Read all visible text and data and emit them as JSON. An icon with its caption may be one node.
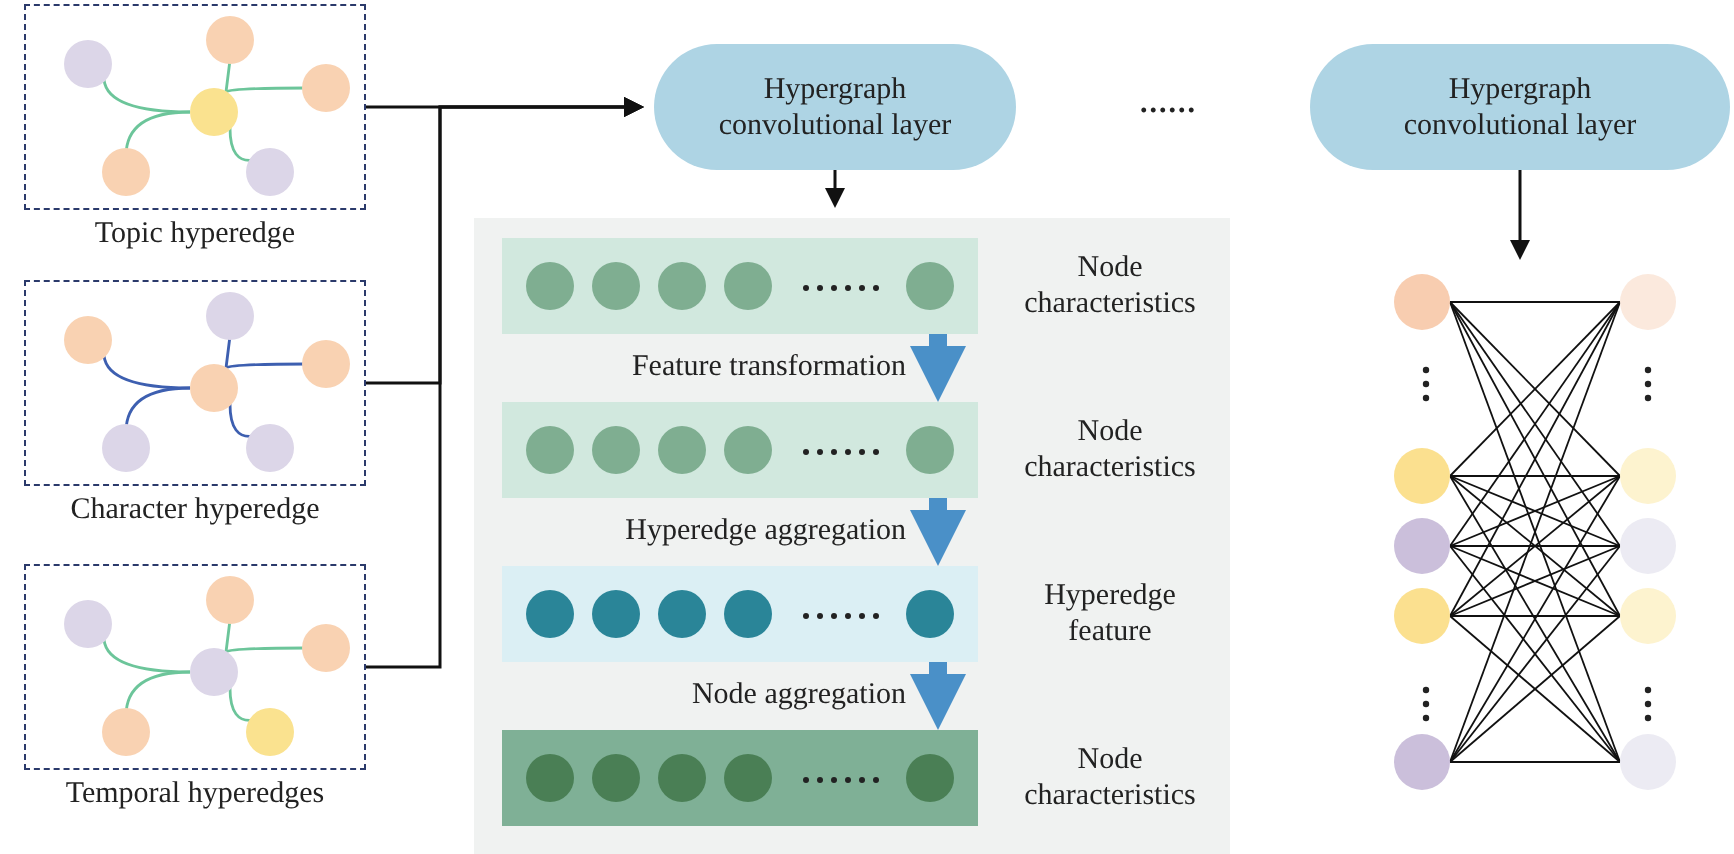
{
  "diagram": {
    "nodes": [
      {
        "text": [
          "Topic hyperedge"
        ]
      },
      {
        "text": [
          "Character hyperedge"
        ]
      },
      {
        "text": [
          "Temporal hyperedges"
        ]
      },
      {
        "text": [
          "Hypergraph convolutional layer"
        ]
      },
      {
        "text": [],
        "shape": "box"
      },
      {
        "text": [],
        "shape": "bar",
        "in": 4,
        "beside": [
          "Node characteristics"
        ]
      },
      {
        "text": [],
        "shape": "bar",
        "in": 4,
        "beside": [
          "Node characteristics"
        ]
      },
      {
        "text": [],
        "shape": "bar",
        "in": 4,
        "beside": [
          "Hyperedge feature"
        ]
      },
      {
        "text": [],
        "shape": "bar",
        "in": 4,
        "beside": [
          "Node characteristics"
        ]
      },
      {
        "text": [
          "Hypergraph convolutional layer"
        ]
      },
      {
        "text": [],
        "shape": "picture"
      }
    ],
    "edges": [
      {
        "from": 0,
        "to": 3,
        "arrow": "to"
      },
      {
        "from": 1,
        "to": 3,
        "arrow": "to"
      },
      {
        "from": 2,
        "to": 3,
        "arrow": "to"
      },
      {
        "from": 3,
        "to": 4,
        "arrow": "to"
      },
      {
        "from": 5,
        "to": 6,
        "arrow": "to",
        "label": "Feature transformation",
        "style": "thick",
        "color": "#4a90c8"
      },
      {
        "from": 6,
        "to": 7,
        "arrow": "to",
        "label": "Hyperedge aggregation",
        "style": "thick",
        "color": "#4a90c8"
      },
      {
        "from": 7,
        "to": 8,
        "arrow": "to",
        "label": "Node aggregation",
        "style": "thick",
        "color": "#4a90c8"
      },
      {
        "from": 9,
        "to": 10,
        "arrow": "to"
      }
    ],
    "labels": [
      "......"
    ]
  }
}
